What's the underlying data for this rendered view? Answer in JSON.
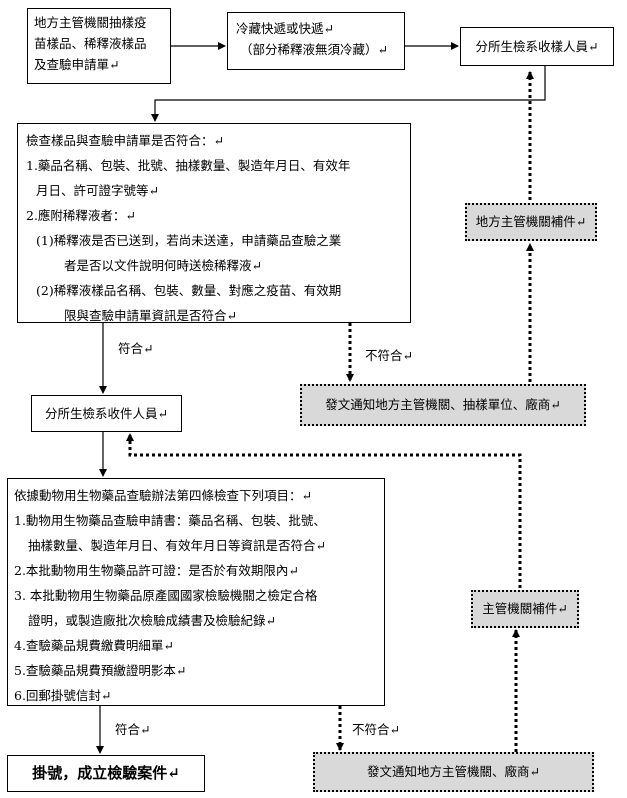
{
  "boxes": {
    "sample_source": [
      "地方主管機關抽樣疫",
      "苗樣品、稀釋液樣品",
      "及查驗申請單↵"
    ],
    "cold_delivery": [
      "冷藏快遞或快遞↵",
      "（部分稀釋液無須冷藏）↵"
    ],
    "branch_receiver_top": "分所生檢系收樣人員↵",
    "check_block": [
      "檢查樣品與查驗申請單是否符合：↵",
      "1.藥品名稱、包裝、批號、抽樣數量、製造年月日、有效年",
      "月日、許可證字號等↵",
      "2.應附稀釋液者：↵",
      "(1)稀釋液是否已送到，若尚未送達，申請藥品查驗之業",
      "者是否以文件說明何時送檢稀釋液↵",
      "(2)稀釋液樣品名稱、包裝、數量、對應之疫苗、有效期",
      "限與查驗申請單資訊是否符合↵"
    ],
    "local_supplement": "地方主管機關補件↵",
    "notice_local": "發文通知地方主管機關、抽樣單位、廠商↵",
    "branch_receiver_mid": "分所生檢系收件人員↵",
    "rules_block": [
      "依據動物用生物藥品查驗辦法第四條檢查下列項目：↵",
      "1.動物用生物藥品查驗申請書：藥品名稱、包裝、批號、",
      "抽樣數量、製造年月日、有效年月日等資訊是否符合↵",
      "2.本批動物用生物藥品許可證：是否於有效期限內↵",
      "3. 本批動物用生物藥品原產國國家檢驗機關之檢定合格",
      "證明，或製造廠批次檢驗成績書及檢驗紀錄↵",
      "4.查驗藥品規費繳費明細單↵",
      "5.查驗藥品規費預繳證明影本↵",
      "6.回郵掛號信封↵"
    ],
    "authority_supplement": "主管機關補件↵",
    "notice_authority": "發文通知地方主管機關、廠商↵",
    "register_case": "掛號，成立檢驗案件↵"
  },
  "labels": {
    "pass_1": "符合↵",
    "fail_1": "不符合↵",
    "pass_2": "符合↵",
    "fail_2": "不符合↵"
  }
}
